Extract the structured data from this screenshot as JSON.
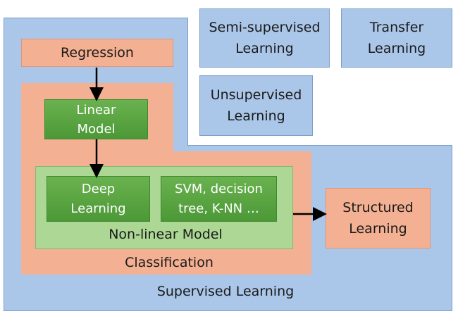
{
  "supervised": {
    "label": "Supervised Learning"
  },
  "semi_supervised": {
    "label": "Semi-supervised\nLearning"
  },
  "transfer": {
    "label": "Transfer\nLearning"
  },
  "unsupervised": {
    "label": "Unsupervised\nLearning"
  },
  "regression": {
    "label": "Regression"
  },
  "linear_model": {
    "label": "Linear\nModel"
  },
  "classification": {
    "label": "Classification"
  },
  "nonlinear_model": {
    "label": "Non-linear Model"
  },
  "deep_learning": {
    "label": "Deep\nLearning"
  },
  "svm": {
    "label": "SVM, decision\ntree, K-NN …"
  },
  "structured": {
    "label": "Structured\nLearning"
  }
}
